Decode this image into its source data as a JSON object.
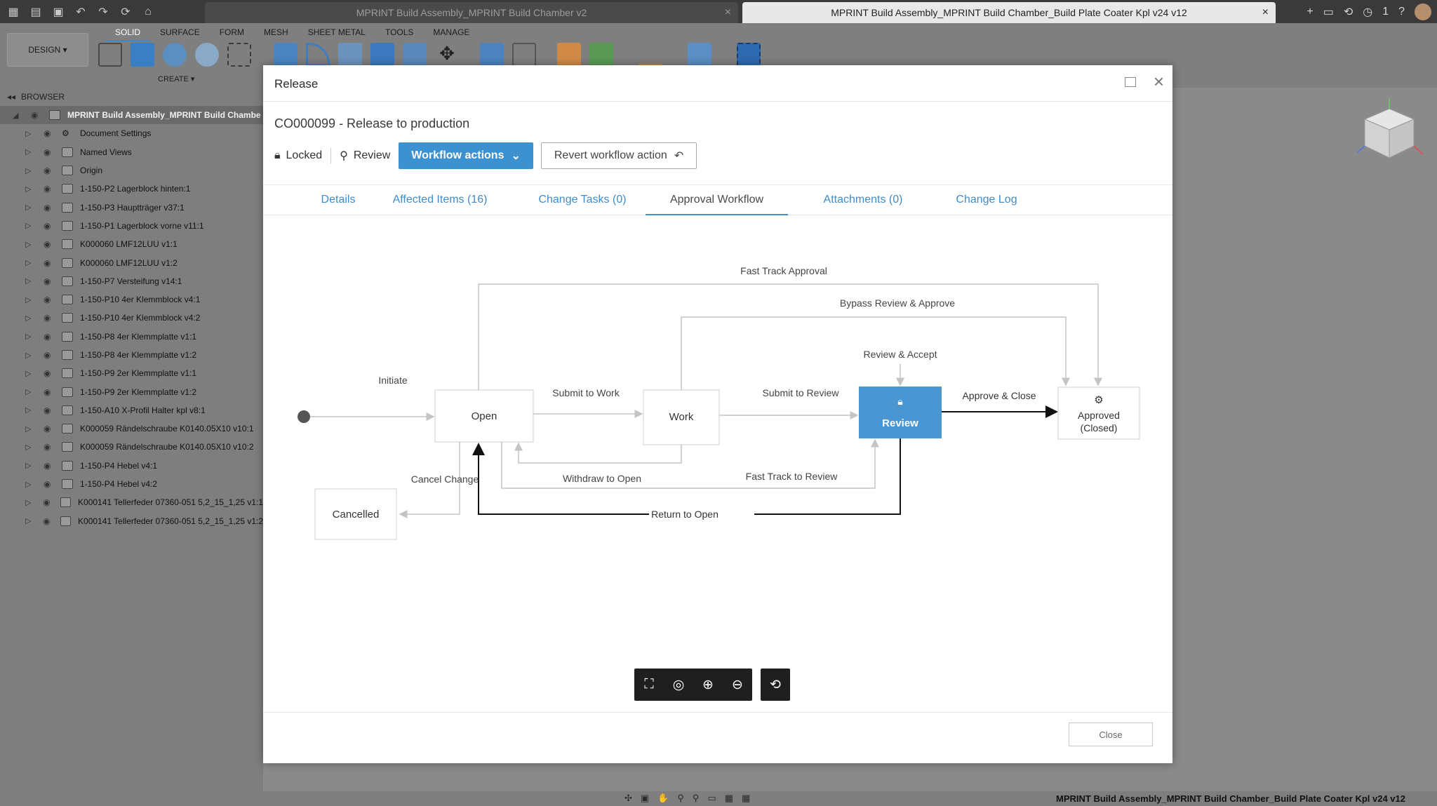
{
  "window": {
    "tabs": [
      {
        "label": "MPRINT Build Assembly_MPRINT Build Chamber v2",
        "active": false
      },
      {
        "label": "MPRINT Build Assembly_MPRINT Build Chamber_Build Plate Coater Kpl v24 v12",
        "active": true
      }
    ],
    "notification_count": "1"
  },
  "ribbon": {
    "workspace": "DESIGN",
    "tabs": [
      "SOLID",
      "SURFACE",
      "FORM",
      "MESH",
      "SHEET METAL",
      "TOOLS",
      "MANAGE"
    ],
    "active_tab": "SOLID",
    "create_label": "CREATE"
  },
  "browser": {
    "title": "BROWSER",
    "root": "MPRINT Build Assembly_MPRINT Build Chambe",
    "items": [
      "Document Settings",
      "Named Views",
      "Origin",
      "1-150-P2 Lagerblock hinten:1",
      "1-150-P3 Hauptträger v37:1",
      "1-150-P1 Lagerblock vorne v11:1",
      "K000060 LMF12LUU v1:1",
      "K000060 LMF12LUU v1:2",
      "1-150-P7 Versteifung v14:1",
      "1-150-P10 4er Klemmblock v4:1",
      "1-150-P10 4er Klemmblock v4:2",
      "1-150-P8 4er Klemmplatte v1:1",
      "1-150-P8 4er Klemmplatte v1:2",
      "1-150-P9 2er Klemmplatte v1:1",
      "1-150-P9 2er Klemmplatte v1:2",
      "1-150-A10 X-Profil Halter kpl v8:1",
      "K000059 Rändelschraube K0140.05X10 v10:1",
      "K000059 Rändelschraube K0140.05X10 v10:2",
      "1-150-P4 Hebel v4:1",
      "1-150-P4 Hebel v4:2",
      "K000141 Tellerfeder 07360-051 5,2_15_1,25 v1:1",
      "K000141 Tellerfeder 07360-051 5,2_15_1,25 v1:2"
    ]
  },
  "modal": {
    "title": "Release",
    "change_order": "CO000099 - Release to production",
    "status": {
      "locked": "Locked",
      "state": "Review"
    },
    "workflow_actions": "Workflow actions",
    "revert_action": "Revert workflow action",
    "tabs": [
      "Details",
      "Affected Items (16)",
      "Change Tasks (0)",
      "Approval Workflow",
      "Attachments (0)",
      "Change Log"
    ],
    "active_tab": "Approval Workflow",
    "close": "Close"
  },
  "workflow": {
    "nodes": {
      "open": "Open",
      "work": "Work",
      "review": "Review",
      "approved_line1": "Approved",
      "approved_line2": "(Closed)",
      "cancelled": "Cancelled"
    },
    "transitions": {
      "initiate": "Initiate",
      "submit_to_work": "Submit to Work",
      "submit_to_review": "Submit to Review",
      "approve_close": "Approve & Close",
      "fast_track_approval": "Fast Track Approval",
      "bypass_review": "Bypass Review & Approve",
      "review_accept": "Review & Accept",
      "cancel_change": "Cancel Change",
      "withdraw_to_open": "Withdraw to Open",
      "fast_track_review": "Fast Track to Review",
      "return_to_open": "Return to Open"
    },
    "colors": {
      "active_node": "#4a96d2",
      "line": "#c4c4c4",
      "active_line": "#111111"
    }
  },
  "statusbar": {
    "document": "MPRINT Build Assembly_MPRINT Build Chamber_Build Plate Coater Kpl v24 v12"
  }
}
